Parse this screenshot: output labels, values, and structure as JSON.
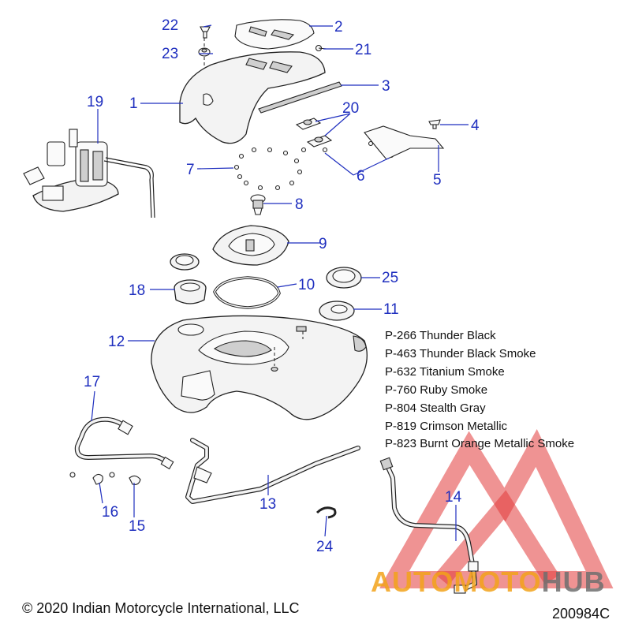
{
  "callouts": [
    {
      "id": "1",
      "text": "1"
    },
    {
      "id": "2",
      "text": "2"
    },
    {
      "id": "3",
      "text": "3"
    },
    {
      "id": "4",
      "text": "4"
    },
    {
      "id": "5",
      "text": "5"
    },
    {
      "id": "6",
      "text": "6"
    },
    {
      "id": "7",
      "text": "7"
    },
    {
      "id": "8",
      "text": "8"
    },
    {
      "id": "9",
      "text": "9"
    },
    {
      "id": "10",
      "text": "10"
    },
    {
      "id": "11",
      "text": "11"
    },
    {
      "id": "12",
      "text": "12"
    },
    {
      "id": "13",
      "text": "13"
    },
    {
      "id": "14",
      "text": "14"
    },
    {
      "id": "15",
      "text": "15"
    },
    {
      "id": "16",
      "text": "16"
    },
    {
      "id": "17",
      "text": "17"
    },
    {
      "id": "18",
      "text": "18"
    },
    {
      "id": "19",
      "text": "19"
    },
    {
      "id": "20",
      "text": "20"
    },
    {
      "id": "21",
      "text": "21"
    },
    {
      "id": "22",
      "text": "22"
    },
    {
      "id": "23",
      "text": "23"
    },
    {
      "id": "24",
      "text": "24"
    },
    {
      "id": "25",
      "text": "25"
    }
  ],
  "paint_codes": [
    "P-266 Thunder Black",
    "P-463 Thunder Black Smoke",
    "P-632 Titanium Smoke",
    "P-760 Ruby Smoke",
    "P-804 Stealth Gray",
    "P-819 Crimson Metallic",
    "P-823 Burnt Orange Metallic Smoke"
  ],
  "copyright": "© 2020 Indian Motorcycle International, LLC",
  "diagram_code": "200984C",
  "watermark": {
    "word_part1": "AUTOMOTO",
    "word_part2": "HUB",
    "color_primary": "#f2a21a",
    "color_secondary": "#6e6e6e",
    "color_logo": "#e23b3b"
  },
  "colors": {
    "callout": "#1f2fbf",
    "line": "#222222"
  }
}
